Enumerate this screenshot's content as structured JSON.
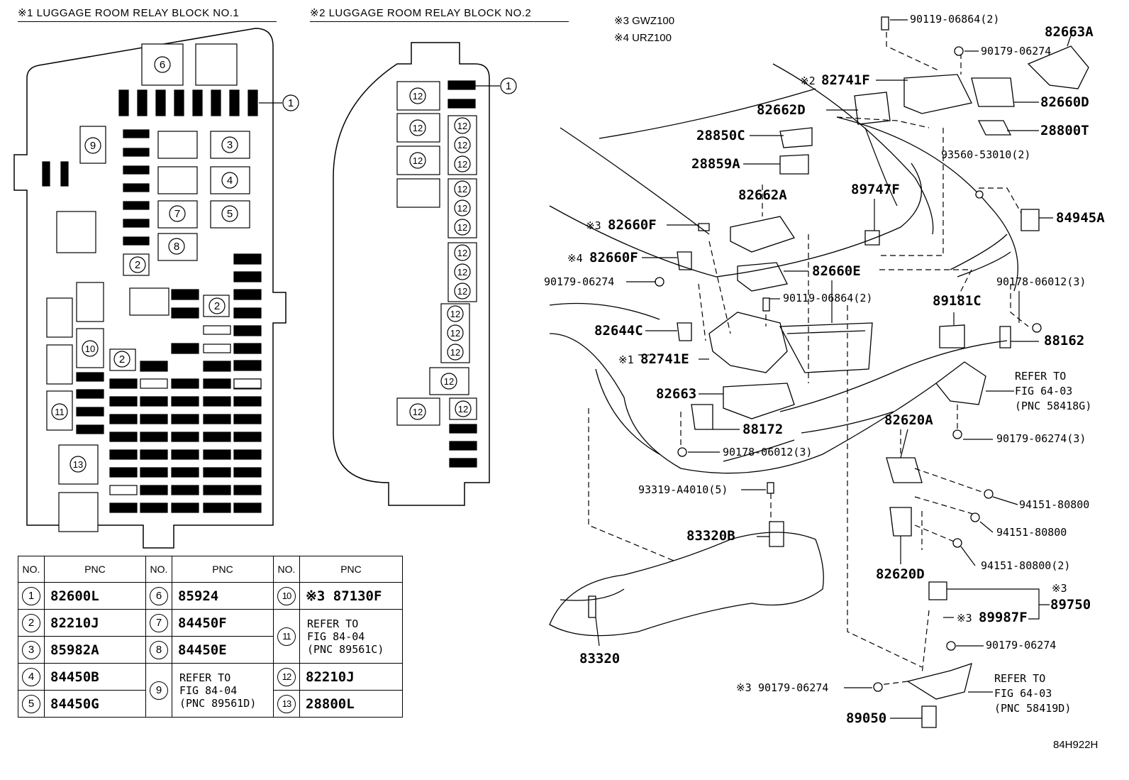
{
  "headers": {
    "block1": "※1 LUGGAGE ROOM RELAY BLOCK NO.1",
    "block2": "※2 LUGGAGE ROOM RELAY BLOCK NO.2",
    "note3": "※3 GWZ100",
    "note4": "※4 URZ100"
  },
  "markers": {
    "m1": "1",
    "m2": "2",
    "m3": "3",
    "m4": "4",
    "m5": "5",
    "m6": "6",
    "m7": "7",
    "m8": "8",
    "m9": "9",
    "m10": "10",
    "m11": "11",
    "m12": "12",
    "m13": "13"
  },
  "table": {
    "headers": [
      "NO.",
      "PNC",
      "NO.",
      "PNC",
      "NO.",
      "PNC"
    ],
    "col1": [
      {
        "no": "1",
        "pnc": "82600L"
      },
      {
        "no": "2",
        "pnc": "82210J"
      },
      {
        "no": "3",
        "pnc": "85982A"
      },
      {
        "no": "4",
        "pnc": "84450B"
      },
      {
        "no": "5",
        "pnc": "84450G"
      }
    ],
    "col2": [
      {
        "no": "6",
        "pnc": "85924"
      },
      {
        "no": "7",
        "pnc": "84450F"
      },
      {
        "no": "8",
        "pnc": "84450E"
      },
      {
        "no": "9",
        "pnc": "REFER TO\nFIG 84-04\n(PNC 89561D)"
      }
    ],
    "col3": [
      {
        "no": "10",
        "pnc": "※3 87130F"
      },
      {
        "no": "11",
        "pnc": "REFER TO\nFIG 84-04\n(PNC 89561C)"
      },
      {
        "no": "12",
        "pnc": "82210J"
      },
      {
        "no": "13",
        "pnc": "28800L"
      }
    ]
  },
  "parts": {
    "p1": "90119-06864(2)",
    "p2": "82663A",
    "p3": "90179-06274",
    "p4": "82741F",
    "p4pre": "※2",
    "p5": "82660D",
    "p6": "82662D",
    "p7": "28800T",
    "p8": "28850C",
    "p9": "93560-53010(2)",
    "p10": "28859A",
    "p11": "82662A",
    "p12": "89747F",
    "p13": "84945A",
    "p14": "82660F",
    "p14pre": "※3",
    "p15": "82660F",
    "p15pre": "※4",
    "p16": "82660E",
    "p17": "90179-06274",
    "p18": "90178-06012(3)",
    "p19": "90119-06864(2)",
    "p20": "89181C",
    "p21": "82644C",
    "p22": "88162",
    "p23": "82741E",
    "p23pre": "※1",
    "p24": "82663",
    "p25": "88172",
    "p26": "82620A",
    "p27": "90179-06274(3)",
    "p28": "90178-06012(3)",
    "p29": "93319-A4010(5)",
    "p30": "94151-80800",
    "p31": "94151-80800",
    "p32": "83320B",
    "p33": "94151-80800(2)",
    "p34": "82620D",
    "p35pre": "※3",
    "p35": "89750",
    "p36": "89987F",
    "p36pre": "※3",
    "p37": "90179-06274",
    "p38": "90179-06274",
    "p38pre": "※3",
    "p39": "83320",
    "p40": "89050"
  },
  "refs": {
    "r1": "REFER TO\nFIG 64-03\n(PNC 58418G)",
    "r2": "REFER TO\nFIG 64-03\n(PNC 58419D)"
  },
  "figure_id": "84H922H"
}
